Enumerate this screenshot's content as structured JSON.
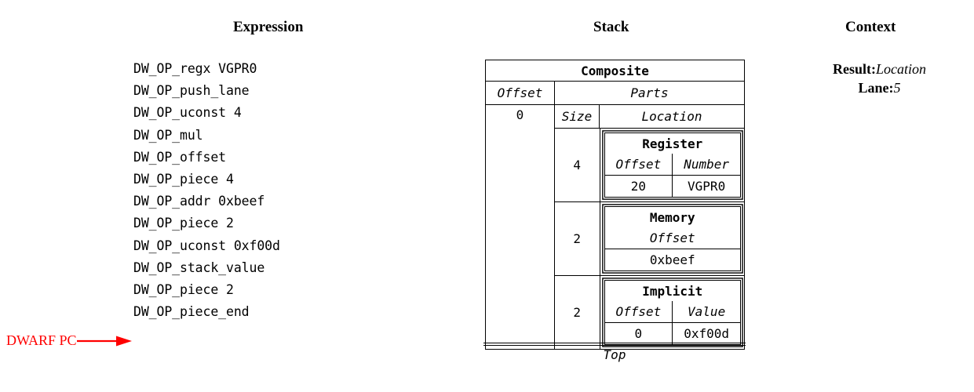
{
  "headings": {
    "expression": "Expression",
    "stack": "Stack",
    "context": "Context"
  },
  "expression": {
    "lines": [
      "DW_OP_regx VGPR0",
      "DW_OP_push_lane",
      "DW_OP_uconst 4",
      "DW_OP_mul",
      "DW_OP_offset",
      "DW_OP_piece 4",
      "DW_OP_addr 0xbeef",
      "DW_OP_piece 2",
      "DW_OP_uconst 0xf00d",
      "DW_OP_stack_value",
      "DW_OP_piece 2",
      "DW_OP_piece_end"
    ],
    "pc_marker": {
      "label": "DWARF PC",
      "color": "#ff0000"
    }
  },
  "stack": {
    "entry": {
      "title": "Composite",
      "title_color": "#ff0000",
      "offset_header": "Offset",
      "offset_value": "0",
      "parts_header": "Parts",
      "size_header": "Size",
      "location_header": "Location",
      "parts": [
        {
          "size": "4",
          "location": {
            "name": "Register",
            "columns": [
              "Offset",
              "Number"
            ],
            "values": [
              "20",
              "VGPR0"
            ]
          }
        },
        {
          "size": "2",
          "location": {
            "name": "Memory",
            "columns": [
              "Offset"
            ],
            "values": [
              "0xbeef"
            ]
          }
        },
        {
          "size": "2",
          "location": {
            "name": "Implicit",
            "columns": [
              "Offset",
              "Value"
            ],
            "values": [
              "0",
              "0xf00d"
            ]
          }
        }
      ]
    },
    "top_label": "Top"
  },
  "context": {
    "rows": [
      {
        "key": "Result:",
        "value": "Location"
      },
      {
        "key": "Lane:",
        "value": "5"
      }
    ]
  }
}
